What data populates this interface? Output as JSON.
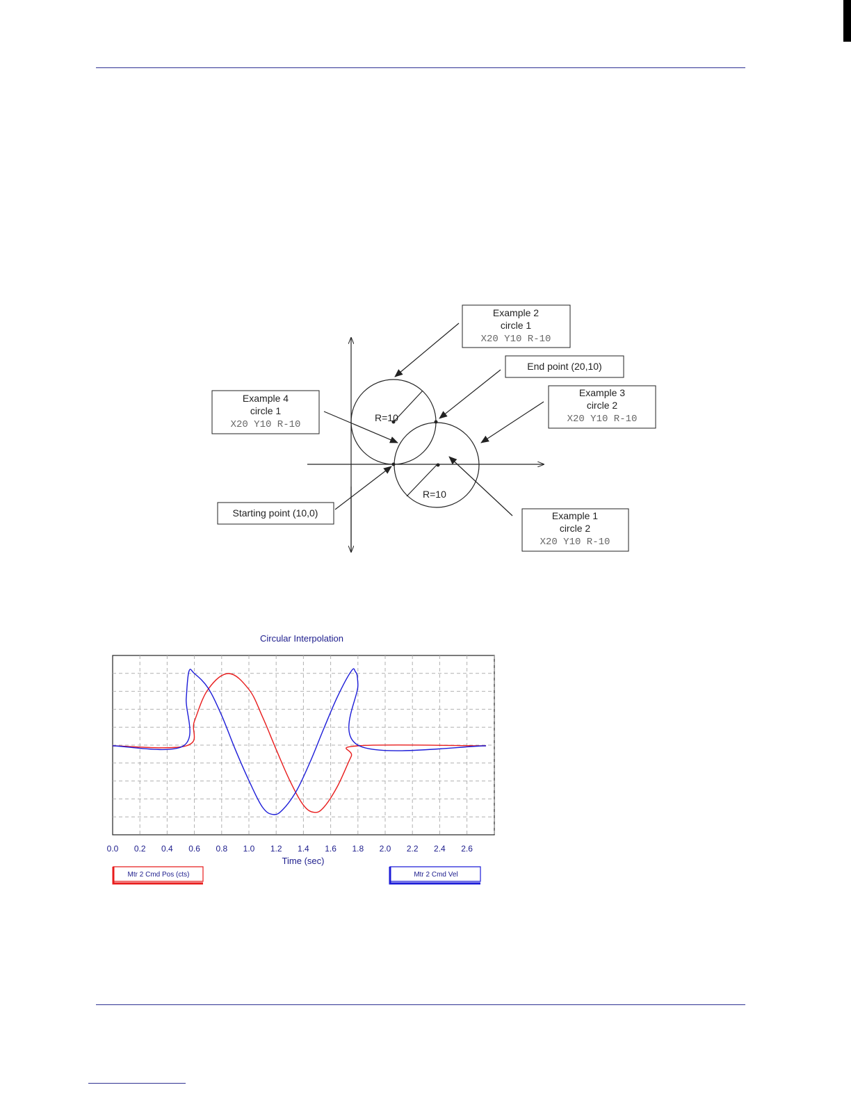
{
  "diagram": {
    "boxes": [
      {
        "id": "ex2",
        "lines": [
          "Example 2",
          "circle 1"
        ],
        "code": "X20 Y10 R-10"
      },
      {
        "id": "end",
        "lines": [
          "End point (20,10)"
        ],
        "code": ""
      },
      {
        "id": "ex4",
        "lines": [
          "Example 4",
          "circle 1"
        ],
        "code": "X20 Y10 R-10"
      },
      {
        "id": "ex3",
        "lines": [
          "Example 3",
          "circle 2"
        ],
        "code": "X20 Y10 R-10"
      },
      {
        "id": "start",
        "lines": [
          "Starting point (10,0)"
        ],
        "code": ""
      },
      {
        "id": "ex1",
        "lines": [
          "Example 1",
          "circle 2"
        ],
        "code": "X20 Y10 R-10"
      }
    ],
    "radius_label_1": "R=10",
    "radius_label_2": "R=10"
  },
  "chart_data": {
    "type": "line",
    "title": "Circular Interpolation",
    "xlabel": "Time (sec)",
    "ylabel": "",
    "xlim": [
      0.0,
      2.8
    ],
    "ylim": [
      -1.0,
      1.0
    ],
    "x_ticks": [
      "0.0",
      "0.2",
      "0.4",
      "0.6",
      "0.8",
      "1.0",
      "1.2",
      "1.4",
      "1.6",
      "1.8",
      "2.0",
      "2.2",
      "2.4",
      "2.6"
    ],
    "grid": true,
    "series": [
      {
        "name": "Mtr 2 Cmd Pos (cts)",
        "color": "#e81c1c",
        "x": [
          0.0,
          0.54,
          0.6,
          0.7,
          0.85,
          1.0,
          1.1,
          1.2,
          1.3,
          1.4,
          1.48,
          1.55,
          1.65,
          1.75,
          1.8,
          2.74
        ],
        "y": [
          0.0,
          0.0,
          0.34,
          0.78,
          1.0,
          0.78,
          0.4,
          -0.05,
          -0.48,
          -0.82,
          -0.92,
          -0.85,
          -0.56,
          -0.15,
          0.0,
          0.0
        ]
      },
      {
        "name": "Mtr 2 Cmd Vel",
        "color": "#1c1cd8",
        "x": [
          0.0,
          0.52,
          0.54,
          0.56,
          0.6,
          0.7,
          0.8,
          0.9,
          1.0,
          1.1,
          1.18,
          1.25,
          1.35,
          1.45,
          1.55,
          1.65,
          1.75,
          1.78,
          1.8,
          1.81,
          2.74
        ],
        "y": [
          0.0,
          0.0,
          0.65,
          1.03,
          1.0,
          0.8,
          0.42,
          -0.05,
          -0.48,
          -0.85,
          -0.95,
          -0.88,
          -0.62,
          -0.22,
          0.24,
          0.68,
          1.03,
          1.03,
          0.85,
          0.0,
          0.0
        ]
      }
    ],
    "legend": "bottom"
  }
}
